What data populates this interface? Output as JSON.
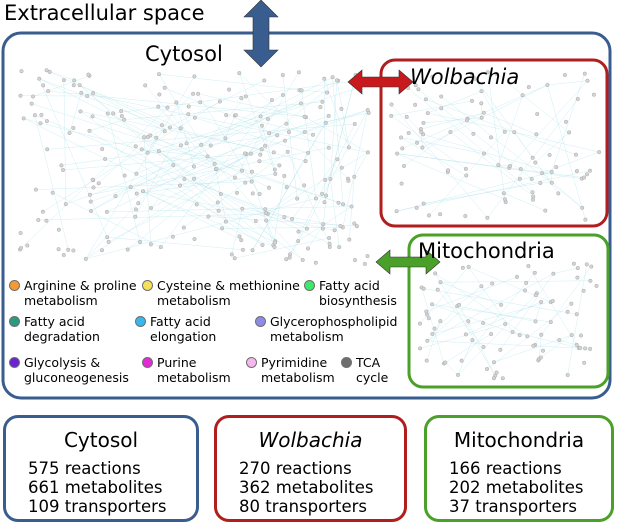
{
  "labels": {
    "extracellular": "Extracellular space",
    "cytosol": "Cytosol",
    "wolbachia": "Wolbachia",
    "mitochondria": "Mitochondria"
  },
  "legend": [
    {
      "line1": "Arginine & proline",
      "line2": "metabolism",
      "color": "#f29b35"
    },
    {
      "line1": "Cysteine & methionine",
      "line2": "metabolism",
      "color": "#f5e05a"
    },
    {
      "line1": "Fatty acid",
      "line2": "biosynthesis",
      "color": "#3ee86a"
    },
    {
      "line1": "Fatty acid",
      "line2": "degradation",
      "color": "#2a9b80"
    },
    {
      "line1": "Fatty acid",
      "line2": "elongation",
      "color": "#3ab6ea"
    },
    {
      "line1": "Glycerophospholipid",
      "line2": "metabolism",
      "color": "#8c8ce6"
    },
    {
      "line1": "Glycolysis &",
      "line2": "gluconeogenesis",
      "color": "#6a22d2"
    },
    {
      "line1": "Purine",
      "line2": "metabolism",
      "color": "#e22ad6"
    },
    {
      "line1": "Pyrimidine",
      "line2": "metabolism",
      "color": "#f5b8ee"
    },
    {
      "line1": "TCA",
      "line2": "cycle",
      "color": "#6e6e6e"
    }
  ],
  "summaries": [
    {
      "title": "Cytosol",
      "lines": [
        "575 reactions",
        "661 metabolites",
        "109 transporters"
      ],
      "color": "#3a5d8f",
      "italic": false
    },
    {
      "title": "Wolbachia",
      "lines": [
        "270 reactions",
        "362 metabolites",
        "80 transporters"
      ],
      "color": "#b01e1e",
      "italic": true
    },
    {
      "title": "Mitochondria",
      "lines": [
        "166 reactions",
        "202 metabolites",
        "37 transporters"
      ],
      "color": "#4aa028",
      "italic": false
    }
  ],
  "colors": {
    "cytosol_border": "#3a5d8f",
    "wolbachia_border": "#b01e1e",
    "mitochondria_border": "#4aa028",
    "arrow_cytosol": "#3a5d8f",
    "arrow_wolbachia": "#c8191c",
    "arrow_mitochondria": "#4aa028",
    "edge": "#a8e0ea",
    "node_default": "#d4d4d4"
  }
}
